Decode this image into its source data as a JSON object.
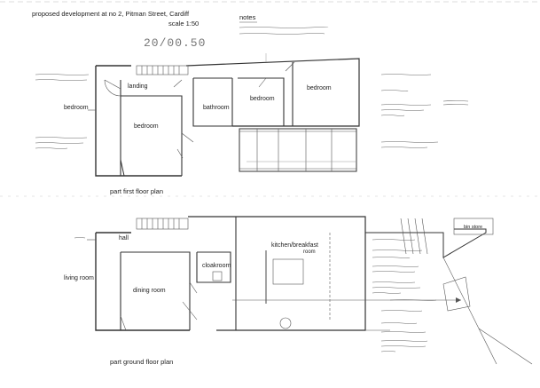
{
  "header": {
    "title": "proposed development at no 2, Pitman Street, Cardiff",
    "scale": "scale 1:50",
    "notes_heading": "notes",
    "stamp": "20/00.50"
  },
  "first_floor": {
    "caption": "part first floor plan",
    "rooms": {
      "bedroom_left": "bedroom",
      "landing": "landing",
      "bedroom_center": "bedroom",
      "bathroom": "bathroom",
      "bedroom_small": "bedroom",
      "bedroom_right": "bedroom"
    }
  },
  "ground_floor": {
    "caption": "part ground floor plan",
    "rooms": {
      "hall": "hall",
      "living_room": "living room",
      "dining_room": "dining room",
      "cloakroom": "cloakroom",
      "kitchen": "kitchen/breakfast",
      "kitchen_line2": "room",
      "bin_store": "bin store"
    }
  },
  "colors": {
    "line": "#333333",
    "paper": "#ffffff"
  }
}
